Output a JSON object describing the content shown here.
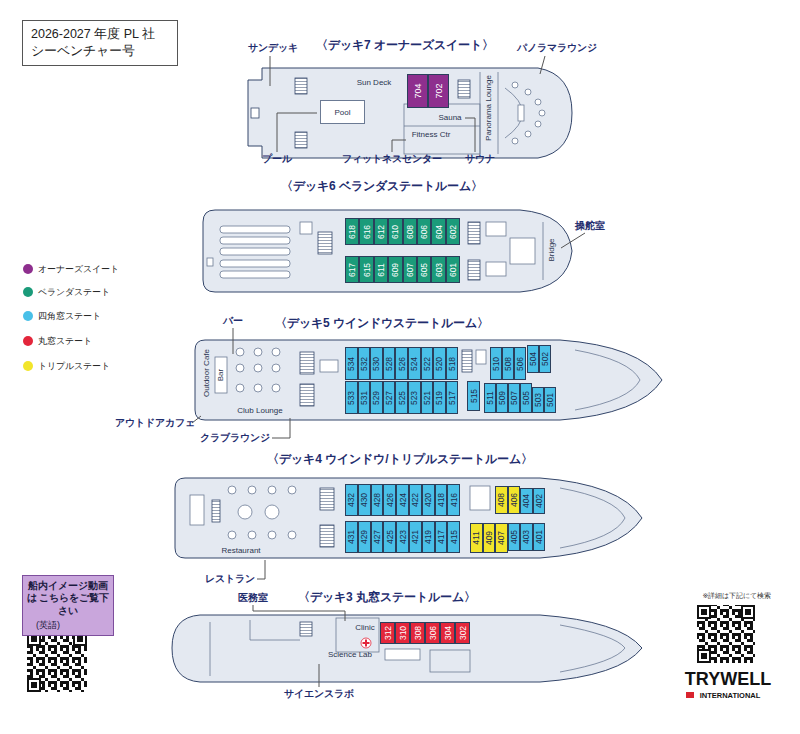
{
  "diagram": {
    "nodes": [
      {
        "text": [
          "2026-2027 年度 PL 社",
          "シーベンチャー号"
        ]
      },
      {
        "text": [
          "704"
        ]
      },
      {
        "text": [
          "702"
        ]
      },
      {
        "text": [
          "Pool"
        ]
      },
      {
        "text": [
          "618"
        ]
      },
      {
        "text": [
          "616"
        ]
      },
      {
        "text": [
          "612"
        ]
      },
      {
        "text": [
          "610"
        ]
      },
      {
        "text": [
          "608"
        ]
      },
      {
        "text": [
          "606"
        ]
      },
      {
        "text": [
          "604"
        ]
      },
      {
        "text": [
          "602"
        ]
      },
      {
        "text": [
          "617"
        ]
      },
      {
        "text": [
          "615"
        ]
      },
      {
        "text": [
          "611"
        ]
      },
      {
        "text": [
          "609"
        ]
      },
      {
        "text": [
          "607"
        ]
      },
      {
        "text": [
          "605"
        ]
      },
      {
        "text": [
          "603"
        ]
      },
      {
        "text": [
          "601"
        ]
      },
      {
        "text": [
          "534"
        ]
      },
      {
        "text": [
          "532"
        ]
      },
      {
        "text": [
          "530"
        ]
      },
      {
        "text": [
          "528"
        ]
      },
      {
        "text": [
          "526"
        ]
      },
      {
        "text": [
          "524"
        ]
      },
      {
        "text": [
          "522"
        ]
      },
      {
        "text": [
          "520"
        ]
      },
      {
        "text": [
          "518"
        ]
      },
      {
        "text": [
          "510"
        ]
      },
      {
        "text": [
          "508"
        ]
      },
      {
        "text": [
          "506"
        ]
      },
      {
        "text": [
          "504"
        ]
      },
      {
        "text": [
          "502"
        ]
      },
      {
        "text": [
          "533"
        ]
      },
      {
        "text": [
          "531"
        ]
      },
      {
        "text": [
          "529"
        ]
      },
      {
        "text": [
          "527"
        ]
      },
      {
        "text": [
          "525"
        ]
      },
      {
        "text": [
          "523"
        ]
      },
      {
        "text": [
          "521"
        ]
      },
      {
        "text": [
          "519"
        ]
      },
      {
        "text": [
          "517"
        ]
      },
      {
        "text": [
          "515"
        ]
      },
      {
        "text": [
          "511"
        ]
      },
      {
        "text": [
          "509"
        ]
      },
      {
        "text": [
          "507"
        ]
      },
      {
        "text": [
          "505"
        ]
      },
      {
        "text": [
          "503"
        ]
      },
      {
        "text": [
          "501"
        ]
      },
      {
        "text": [
          "432"
        ]
      },
      {
        "text": [
          "430"
        ]
      },
      {
        "text": [
          "428"
        ]
      },
      {
        "text": [
          "426"
        ]
      },
      {
        "text": [
          "424"
        ]
      },
      {
        "text": [
          "422"
        ]
      },
      {
        "text": [
          "420"
        ]
      },
      {
        "text": [
          "418"
        ]
      },
      {
        "text": [
          "416"
        ]
      },
      {
        "text": [
          "408"
        ]
      },
      {
        "text": [
          "406"
        ]
      },
      {
        "text": [
          "404"
        ]
      },
      {
        "text": [
          "402"
        ]
      },
      {
        "text": [
          "431"
        ]
      },
      {
        "text": [
          "429"
        ]
      },
      {
        "text": [
          "427"
        ]
      },
      {
        "text": [
          "425"
        ]
      },
      {
        "text": [
          "423"
        ]
      },
      {
        "text": [
          "421"
        ]
      },
      {
        "text": [
          "419"
        ]
      },
      {
        "text": [
          "417"
        ]
      },
      {
        "text": [
          "415"
        ]
      },
      {
        "text": [
          "411"
        ]
      },
      {
        "text": [
          "409"
        ]
      },
      {
        "text": [
          "407"
        ]
      },
      {
        "text": [
          "405"
        ]
      },
      {
        "text": [
          "403"
        ]
      },
      {
        "text": [
          "401"
        ]
      },
      {
        "text": [
          "312"
        ]
      },
      {
        "text": [
          "310"
        ]
      },
      {
        "text": [
          "308"
        ]
      },
      {
        "text": [
          "306"
        ]
      },
      {
        "text": [
          "304"
        ]
      },
      {
        "text": [
          "302"
        ]
      },
      {
        "text": [
          "船内イメージ動画は こちらをご覧下さい",
          "(英語)"
        ]
      }
    ],
    "labels": [
      "〈デッキ7 オーナーズスイート〉",
      "サンデッキ",
      "パノラマラウンジ",
      "Sun Deck",
      "Panorama Lounge",
      "Sauna",
      "Fitness Ctr",
      "プール",
      "フィットネスセンター",
      "サウナ",
      "〈デッキ6 ベランダステートルーム〉",
      "操舵室",
      "Bridge",
      "〈デッキ5 ウインドウステートルーム〉",
      "バー",
      "Outdoor Cafe",
      "Bar",
      "Club Lounge",
      "アウトドアカフェ",
      "クラブラウンジ",
      "〈デッキ4 ウインドウ/トリプルステートルーム〉",
      "Restaurant",
      "レストラン",
      "医務室",
      "〈デッキ3 丸窓ステートルーム〉",
      "Clinic",
      "Science Lab",
      "サイエンスラボ",
      "※詳細は下記にて検索",
      "TRYWELL",
      "INTERNATIONAL"
    ],
    "legend": [
      {
        "text": "オーナーズスイート",
        "color": "#8e2f8e"
      },
      {
        "text": "ベランダステート",
        "color": "#1b9b7a"
      },
      {
        "text": "四角窓ステート",
        "color": "#49c0e8"
      },
      {
        "text": "丸窓ステート",
        "color": "#e3263b"
      },
      {
        "text": "トリプルステート",
        "color": "#f2e52b"
      }
    ]
  }
}
